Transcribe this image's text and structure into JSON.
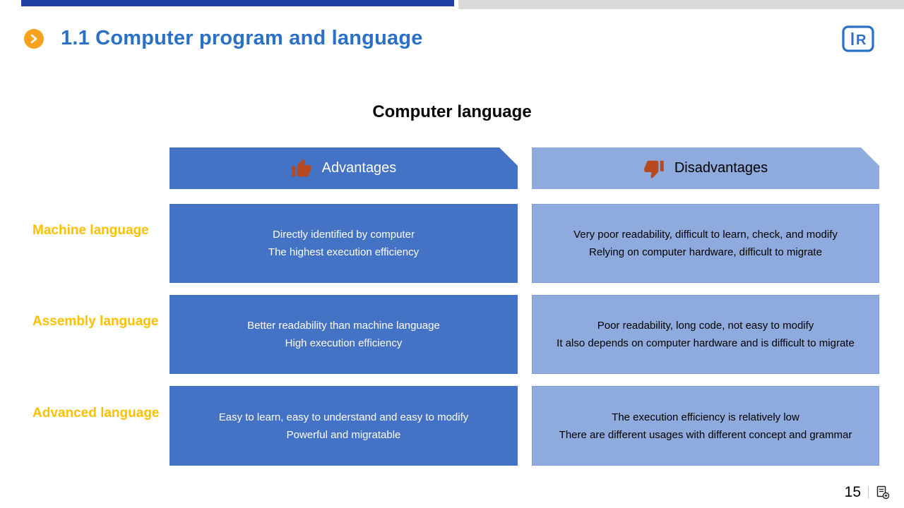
{
  "colors": {
    "top_bar_blue": "#1f3fa2",
    "top_bar_gray": "#d9d9d9",
    "title_blue": "#2a70c6",
    "badge_orange": "#f6a21d",
    "primary_blue": "#4472c4",
    "light_blue": "#8faadc",
    "label_orange": "#ffc000",
    "thumb_rust": "#b8481d"
  },
  "header": {
    "title": "1.1 Computer program and language"
  },
  "slide": {
    "heading": "Computer language",
    "columns": {
      "advantages": {
        "label": "Advantages"
      },
      "disadvantages": {
        "label": "Disadvantages"
      }
    },
    "rows": [
      {
        "label": "Machine language",
        "advantages_lines": [
          "Directly identified by computer",
          "The highest execution efficiency"
        ],
        "disadvantages_lines": [
          "Very poor readability, difficult to learn, check, and modify",
          "Relying on computer hardware, difficult to migrate"
        ]
      },
      {
        "label": "Assembly language",
        "advantages_lines": [
          "Better readability than machine language",
          "High execution efficiency"
        ],
        "disadvantages_lines": [
          "Poor readability, long code, not easy to modify",
          "It also depends on computer hardware and is difficult to migrate"
        ]
      },
      {
        "label": "Advanced language",
        "advantages_lines": [
          "Easy to learn, easy to understand and easy to modify",
          "Powerful and migratable"
        ],
        "disadvantages_lines": [
          "The execution efficiency is relatively low",
          "There are different usages with different concept and grammar"
        ]
      }
    ]
  },
  "footer": {
    "page_number": "15"
  }
}
